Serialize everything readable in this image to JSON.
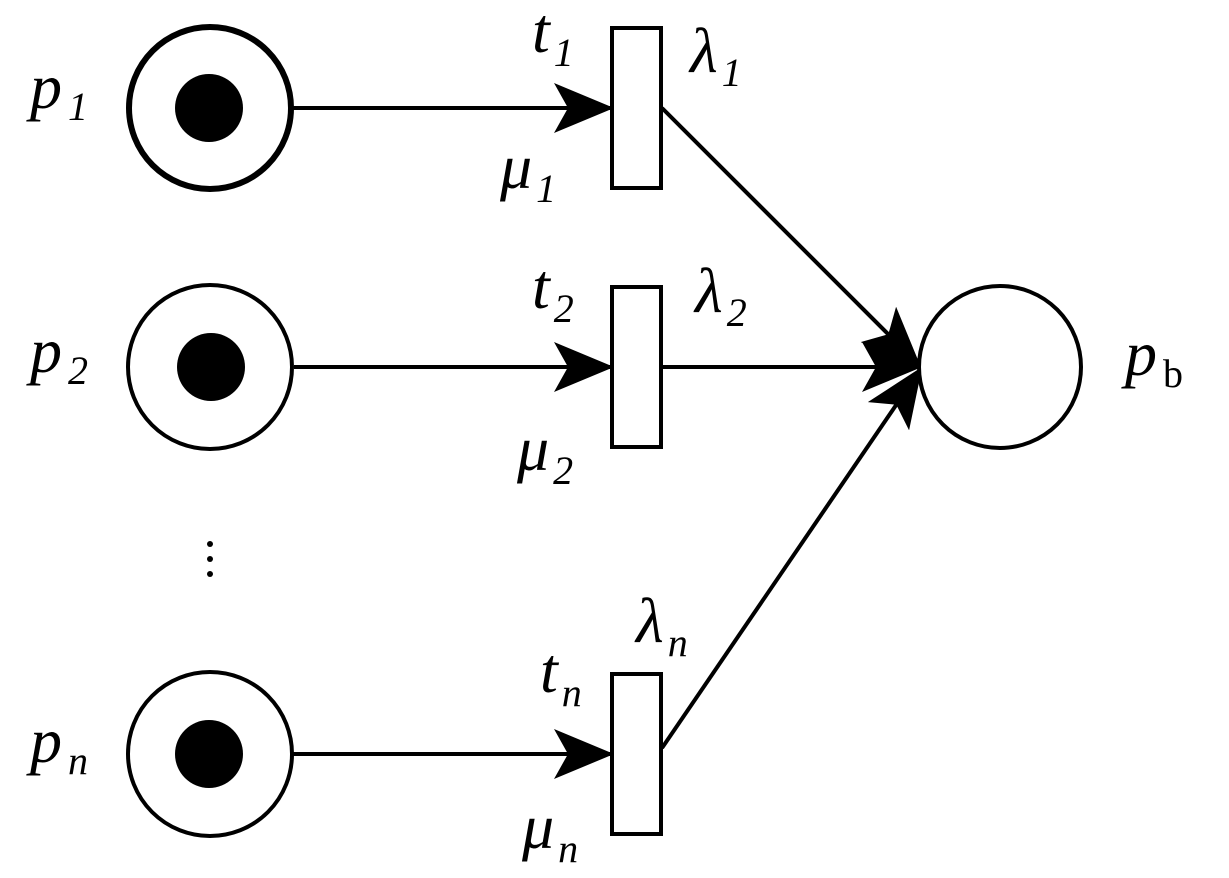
{
  "diagram": {
    "places": [
      {
        "id": "p1",
        "symbol": "p",
        "subscript": "1",
        "tokens": 1
      },
      {
        "id": "p2",
        "symbol": "p",
        "subscript": "2",
        "tokens": 1
      },
      {
        "id": "pn",
        "symbol": "p",
        "subscript": "n",
        "tokens": 1
      },
      {
        "id": "pb",
        "symbol": "p",
        "subscript": "b",
        "tokens": 0
      }
    ],
    "transitions": [
      {
        "id": "t1",
        "symbol": "t",
        "subscript": "1",
        "rate_symbol": "λ",
        "rate_subscript": "1",
        "service_symbol": "μ",
        "service_subscript": "1"
      },
      {
        "id": "t2",
        "symbol": "t",
        "subscript": "2",
        "rate_symbol": "λ",
        "rate_subscript": "2",
        "service_symbol": "μ",
        "service_subscript": "2"
      },
      {
        "id": "tn",
        "symbol": "t",
        "subscript": "n",
        "rate_symbol": "λ",
        "rate_subscript": "n",
        "service_symbol": "μ",
        "service_subscript": "n"
      }
    ],
    "arcs": [
      {
        "from": "p1",
        "to": "t1"
      },
      {
        "from": "p2",
        "to": "t2"
      },
      {
        "from": "pn",
        "to": "tn"
      },
      {
        "from": "t1",
        "to": "pb"
      },
      {
        "from": "t2",
        "to": "pb"
      },
      {
        "from": "tn",
        "to": "pb"
      }
    ],
    "ellipsis": "⋮"
  },
  "colors": {
    "stroke": "#000000",
    "background": "#ffffff"
  }
}
